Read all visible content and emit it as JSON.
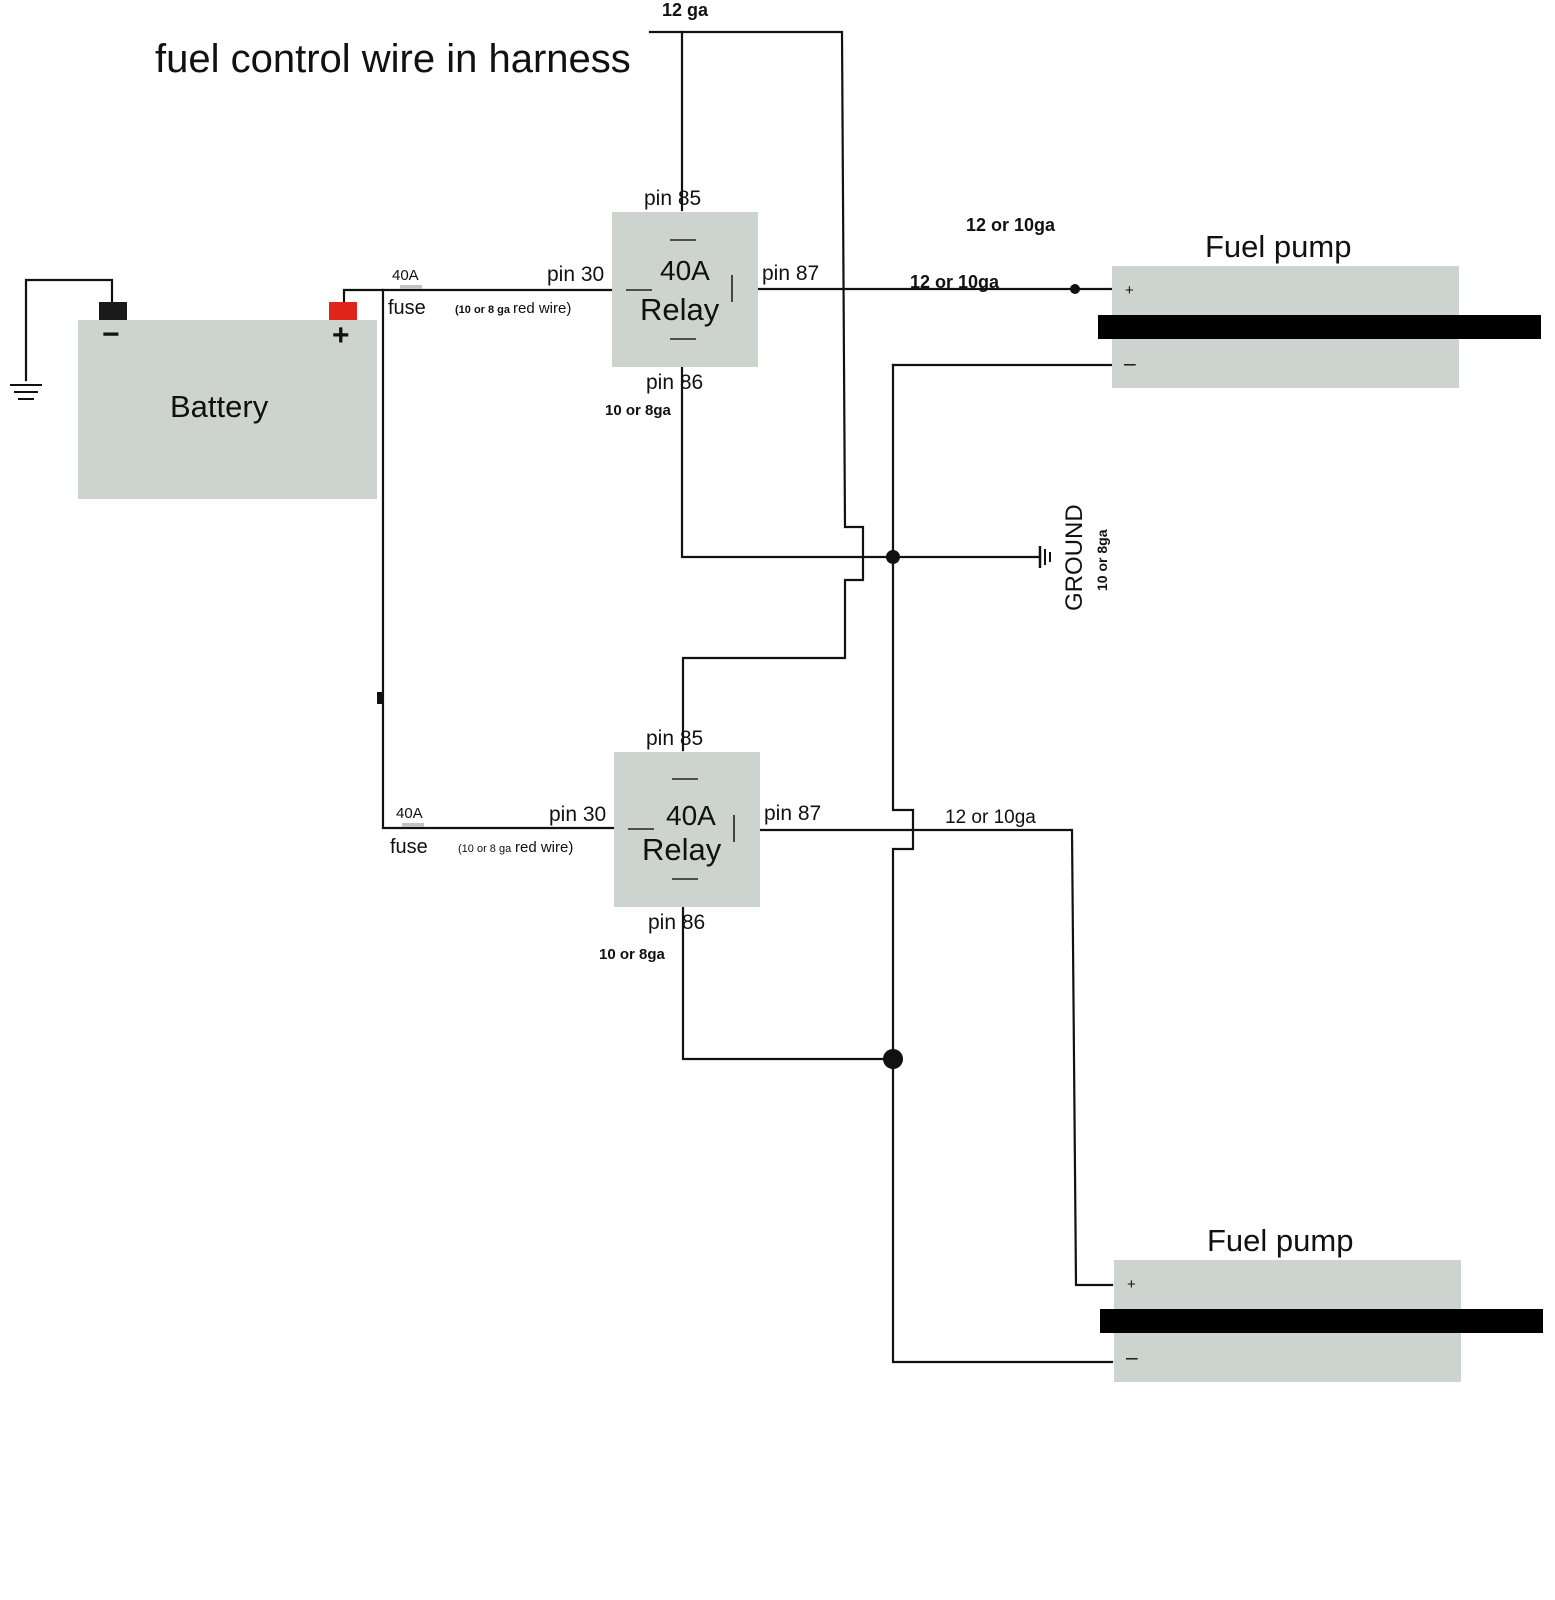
{
  "title": "fuel control wire in harness",
  "top_wire_gauge": "12 ga",
  "battery": {
    "label": "Battery",
    "neg_sign": "−",
    "pos_sign": "+",
    "neg_color": "#1a1a1a",
    "pos_color": "#e0231b"
  },
  "relay_top": {
    "amps": "40A",
    "name": "Relay",
    "pin85": "pin 85",
    "pin30": "pin 30",
    "pin87": "pin 87",
    "pin86": "pin 86",
    "pin86_gauge": "10 or 8ga",
    "fuse_amps": "40A",
    "fuse_label": "fuse",
    "wire_note_prefix": "(10 or 8 ga",
    "wire_note_suffix": "red wire)"
  },
  "relay_bottom": {
    "amps": "40A",
    "name": "Relay",
    "pin85": "pin 85",
    "pin30": "pin 30",
    "pin87": "pin 87",
    "pin86": "pin 86",
    "pin86_gauge": "10 or 8ga",
    "fuse_amps": "40A",
    "fuse_label": "fuse",
    "wire_note_prefix": "(10 or 8 ga",
    "wire_note_suffix": "red wire)"
  },
  "pump_top": {
    "label": "Fuel pump",
    "plus": "+",
    "minus": "–",
    "feed_gauge_upper": "12 or 10ga",
    "feed_gauge": "12 or 10ga"
  },
  "pump_bottom": {
    "label": "Fuel pump",
    "plus": "+",
    "minus": "–",
    "feed_gauge": "12 or 10ga"
  },
  "ground": {
    "label": "GROUND",
    "gauge": "10 or 8ga"
  }
}
